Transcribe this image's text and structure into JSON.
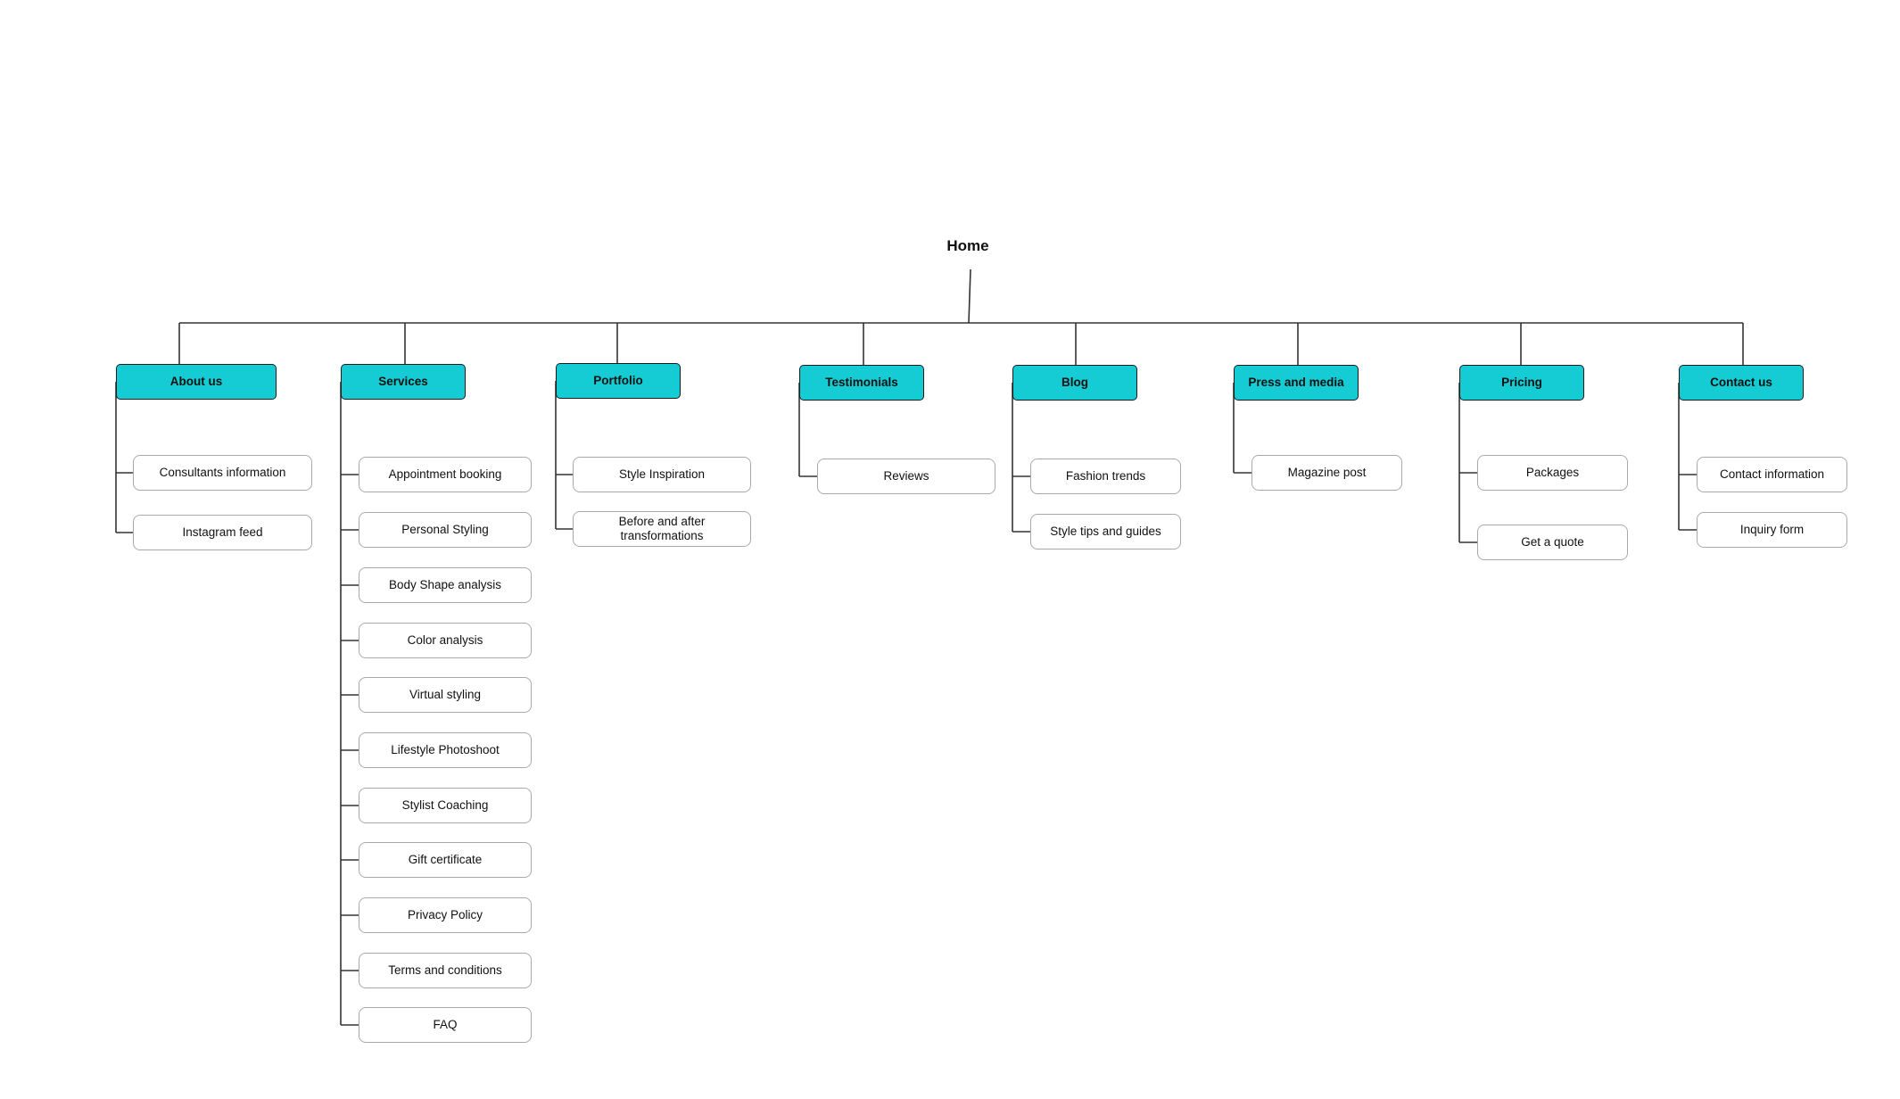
{
  "root": {
    "label": "Home"
  },
  "sections": [
    {
      "label": "About us",
      "children": [
        "Consultants information",
        "Instagram feed"
      ]
    },
    {
      "label": "Services",
      "children": [
        "Appointment booking",
        "Personal Styling",
        "Body Shape analysis",
        "Color analysis",
        "Virtual styling",
        "Lifestyle Photoshoot",
        "Stylist Coaching",
        "Gift certificate",
        "Privacy Policy",
        "Terms and conditions",
        "FAQ"
      ]
    },
    {
      "label": "Portfolio",
      "children": [
        "Style Inspiration",
        "Before and after transformations"
      ]
    },
    {
      "label": "Testimonials",
      "children": [
        "Reviews"
      ]
    },
    {
      "label": "Blog",
      "children": [
        "Fashion trends",
        "Style tips and guides"
      ]
    },
    {
      "label": "Press and media",
      "children": [
        "Magazine post"
      ]
    },
    {
      "label": "Pricing",
      "children": [
        "Packages",
        "Get a quote"
      ]
    },
    {
      "label": "Contact us",
      "children": [
        "Contact information",
        "Inquiry form"
      ]
    }
  ],
  "colors": {
    "primary_fill": "#16ccd4",
    "line": "#333333",
    "child_border": "#a9a9a9"
  }
}
